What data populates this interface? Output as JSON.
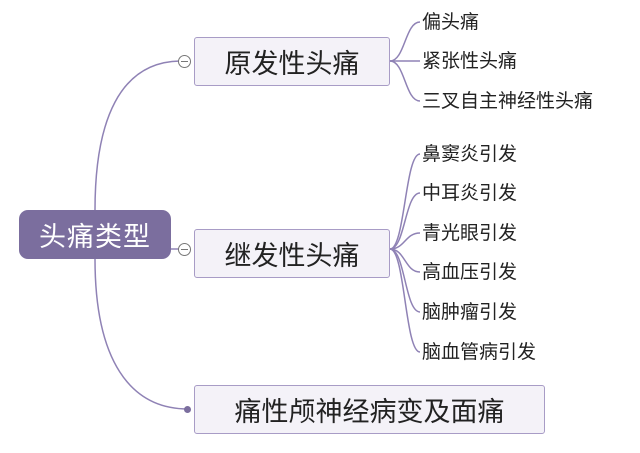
{
  "root": {
    "label": "头痛类型"
  },
  "branches": [
    {
      "label": "原发性头痛",
      "children": [
        "偏头痛",
        "紧张性头痛",
        "三叉自主神经性头痛"
      ]
    },
    {
      "label": "继发性头痛",
      "children": [
        "鼻窦炎引发",
        "中耳炎引发",
        "青光眼引发",
        "高血压引发",
        "脑肿瘤引发",
        "脑血管病引发"
      ]
    },
    {
      "label": "痛性颅神经病变及面痛",
      "children": []
    }
  ],
  "colors": {
    "root_fill": "#7b6e9e",
    "connector": "#8f82b5",
    "branch_border": "#a89cc6",
    "branch_fill": "#f4f2f8"
  }
}
